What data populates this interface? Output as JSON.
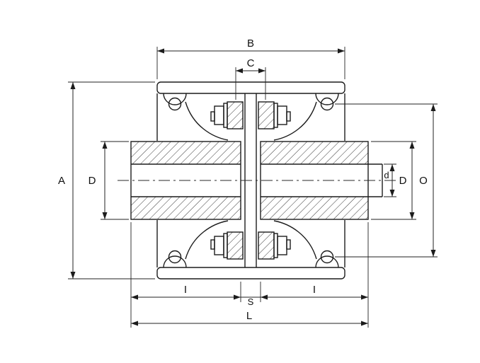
{
  "figure": {
    "kind": "technical-drawing",
    "background_color": "#ffffff",
    "line_color": "#1c1c1c",
    "labels": {
      "A": "A",
      "B": "B",
      "C": "C",
      "D_left": "D",
      "d": "d",
      "D_right": "D",
      "O": "O",
      "I_left": "I",
      "S": "S",
      "I_right": "I",
      "L": "L"
    }
  }
}
